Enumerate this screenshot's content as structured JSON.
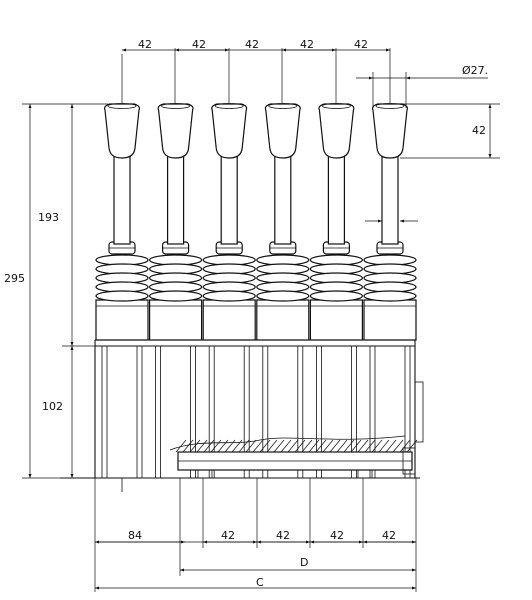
{
  "labels": {
    "pitch_top": [
      "42",
      "42",
      "42",
      "42",
      "42"
    ],
    "knob_dia": "Ø27.",
    "knob_height": "42",
    "lever_height": "193",
    "base_height": "102",
    "total_height": "295",
    "left_offset": "84",
    "pitch_bottom": [
      "42",
      "42",
      "42",
      "42"
    ],
    "dim_d": "D",
    "dim_c": "C"
  },
  "levers": {
    "count": 6,
    "pitch_mm": 42
  }
}
